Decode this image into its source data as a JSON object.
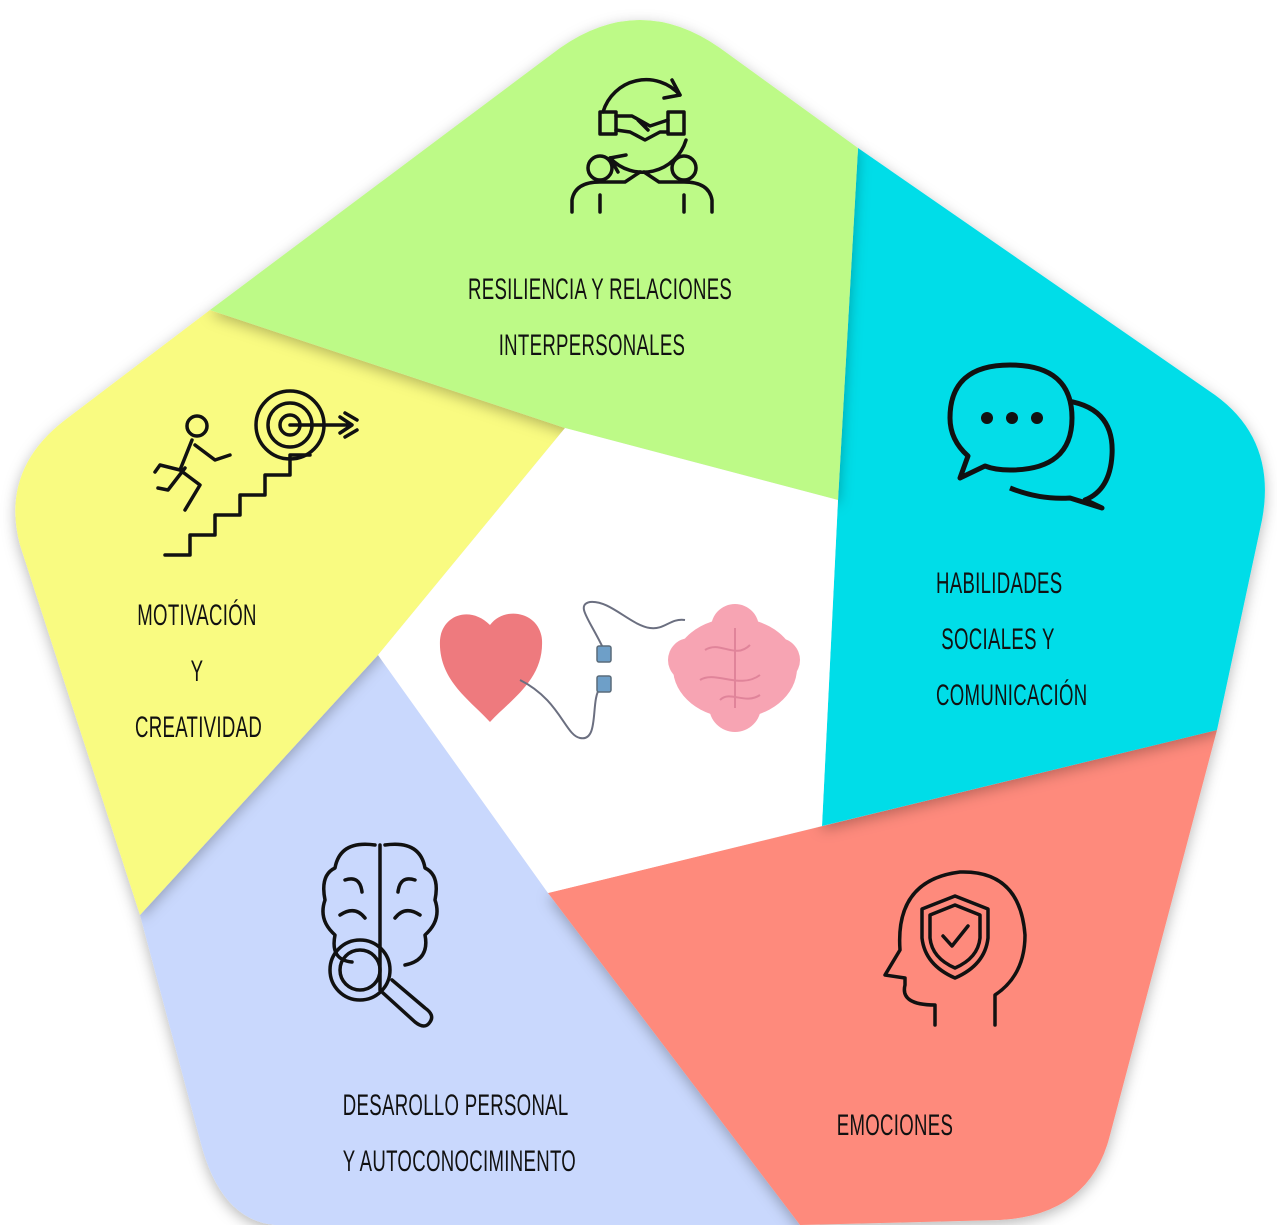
{
  "segments": [
    {
      "id": "resiliencia",
      "color": "#bdfa87",
      "lines": [
        "RESILIENCIA Y  RELACIONES",
        "INTERPERSONALES"
      ],
      "icon": "handshake-collaboration-icon"
    },
    {
      "id": "habilidades",
      "color": "#04dde8",
      "lines": [
        "HABILIDADES",
        "SOCIALES Y",
        "COMUNICACIÓN"
      ],
      "icon": "speech-bubbles-icon"
    },
    {
      "id": "emociones",
      "color": "#fe8a7b",
      "lines": [
        "EMOCIONES"
      ],
      "icon": "head-shield-icon"
    },
    {
      "id": "desarollo",
      "color": "#c9d8fd",
      "lines": [
        "DESAROLLO PERSONAL",
        "Y AUTOCONOCIMINENTO"
      ],
      "icon": "brain-magnifier-icon"
    },
    {
      "id": "motivacion",
      "color": "#f9fb81",
      "lines": [
        "MOTIVACIÓN",
        "Y",
        "CREATIVIDAD"
      ],
      "icon": "stairs-target-icon"
    }
  ],
  "center": {
    "icon": "heart-brain-connected-icon",
    "heart_color": "#ee7a7e",
    "brain_color": "#f7a4b3"
  }
}
